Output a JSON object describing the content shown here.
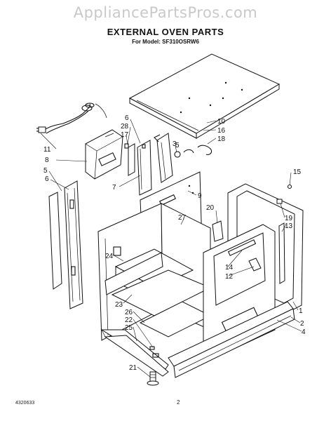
{
  "header": {
    "watermark": "AppliancePartsPros.com",
    "title": "EXTERNAL OVEN PARTS",
    "model_line": "For Model: SF310OSRW6"
  },
  "footer": {
    "doc_number": "4320633",
    "page_number": "2"
  },
  "callouts": [
    {
      "id": "c10",
      "label": "10"
    },
    {
      "id": "c16",
      "label": "16"
    },
    {
      "id": "c18",
      "label": "18"
    },
    {
      "id": "c6a",
      "label": "6"
    },
    {
      "id": "c28",
      "label": "28"
    },
    {
      "id": "c17",
      "label": "17"
    },
    {
      "id": "c3",
      "label": "3"
    },
    {
      "id": "c11",
      "label": "11"
    },
    {
      "id": "c8",
      "label": "8"
    },
    {
      "id": "c7",
      "label": "7"
    },
    {
      "id": "c5a",
      "label": "5"
    },
    {
      "id": "c5b",
      "label": "5"
    },
    {
      "id": "c6b",
      "label": "6"
    },
    {
      "id": "c9",
      "label": "9"
    },
    {
      "id": "c15",
      "label": "15"
    },
    {
      "id": "c20",
      "label": "20"
    },
    {
      "id": "c27",
      "label": "27"
    },
    {
      "id": "c19",
      "label": "19"
    },
    {
      "id": "c13",
      "label": "13"
    },
    {
      "id": "c24",
      "label": "24"
    },
    {
      "id": "c14",
      "label": "14"
    },
    {
      "id": "c12",
      "label": "12"
    },
    {
      "id": "c23",
      "label": "23"
    },
    {
      "id": "c26",
      "label": "26"
    },
    {
      "id": "c22",
      "label": "22"
    },
    {
      "id": "c25",
      "label": "25"
    },
    {
      "id": "c1",
      "label": "1"
    },
    {
      "id": "c2",
      "label": "2"
    },
    {
      "id": "c4",
      "label": "4"
    },
    {
      "id": "c21",
      "label": "21"
    }
  ]
}
